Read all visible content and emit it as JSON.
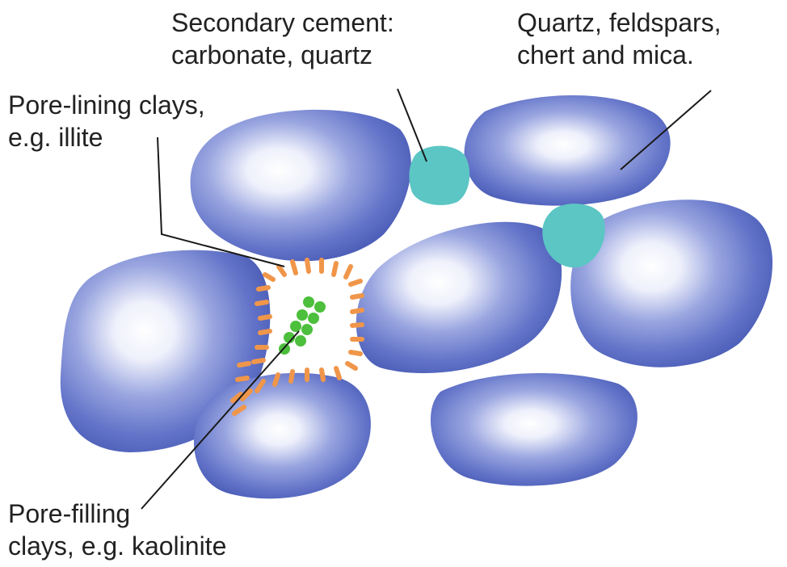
{
  "labels": {
    "cement": {
      "line1": "Secondary cement:",
      "line2": "carbonate, quartz"
    },
    "grains": {
      "line1": "Quartz, feldspars,",
      "line2": "chert and mica."
    },
    "lining": {
      "line1": "Pore-lining clays,",
      "line2": "e.g. illite"
    },
    "filling": {
      "line1": "Pore-filling",
      "line2": "clays, e.g. kaolinite"
    }
  },
  "colors": {
    "grain_edge": "#4a5fb8",
    "grain_mid": "#8b98dc",
    "grain_highlight": "#ffffff",
    "cement": "#5cc6c4",
    "lining_clay": "#f0964a",
    "filling_clay": "#4cbf3c",
    "leader_line": "#1a1a1a"
  }
}
